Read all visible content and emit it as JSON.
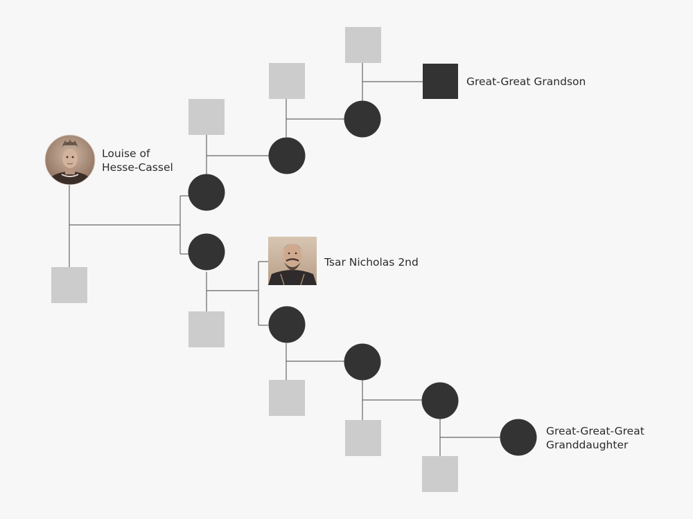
{
  "colors": {
    "background": "#f7f7f7",
    "node_dark": "#333333",
    "node_light": "#cccccc",
    "line": "#666666",
    "text": "#2b2b2b"
  },
  "people": {
    "louise": {
      "line1": "Louise of",
      "line2": "Hesse-Cassel"
    },
    "nicholas": {
      "name": "Tsar Nicholas 2nd"
    },
    "grandson": {
      "name": "Great-Great Grandson"
    },
    "granddaughter": {
      "line1": "Great-Great-Great",
      "line2": "Granddaughter"
    }
  }
}
